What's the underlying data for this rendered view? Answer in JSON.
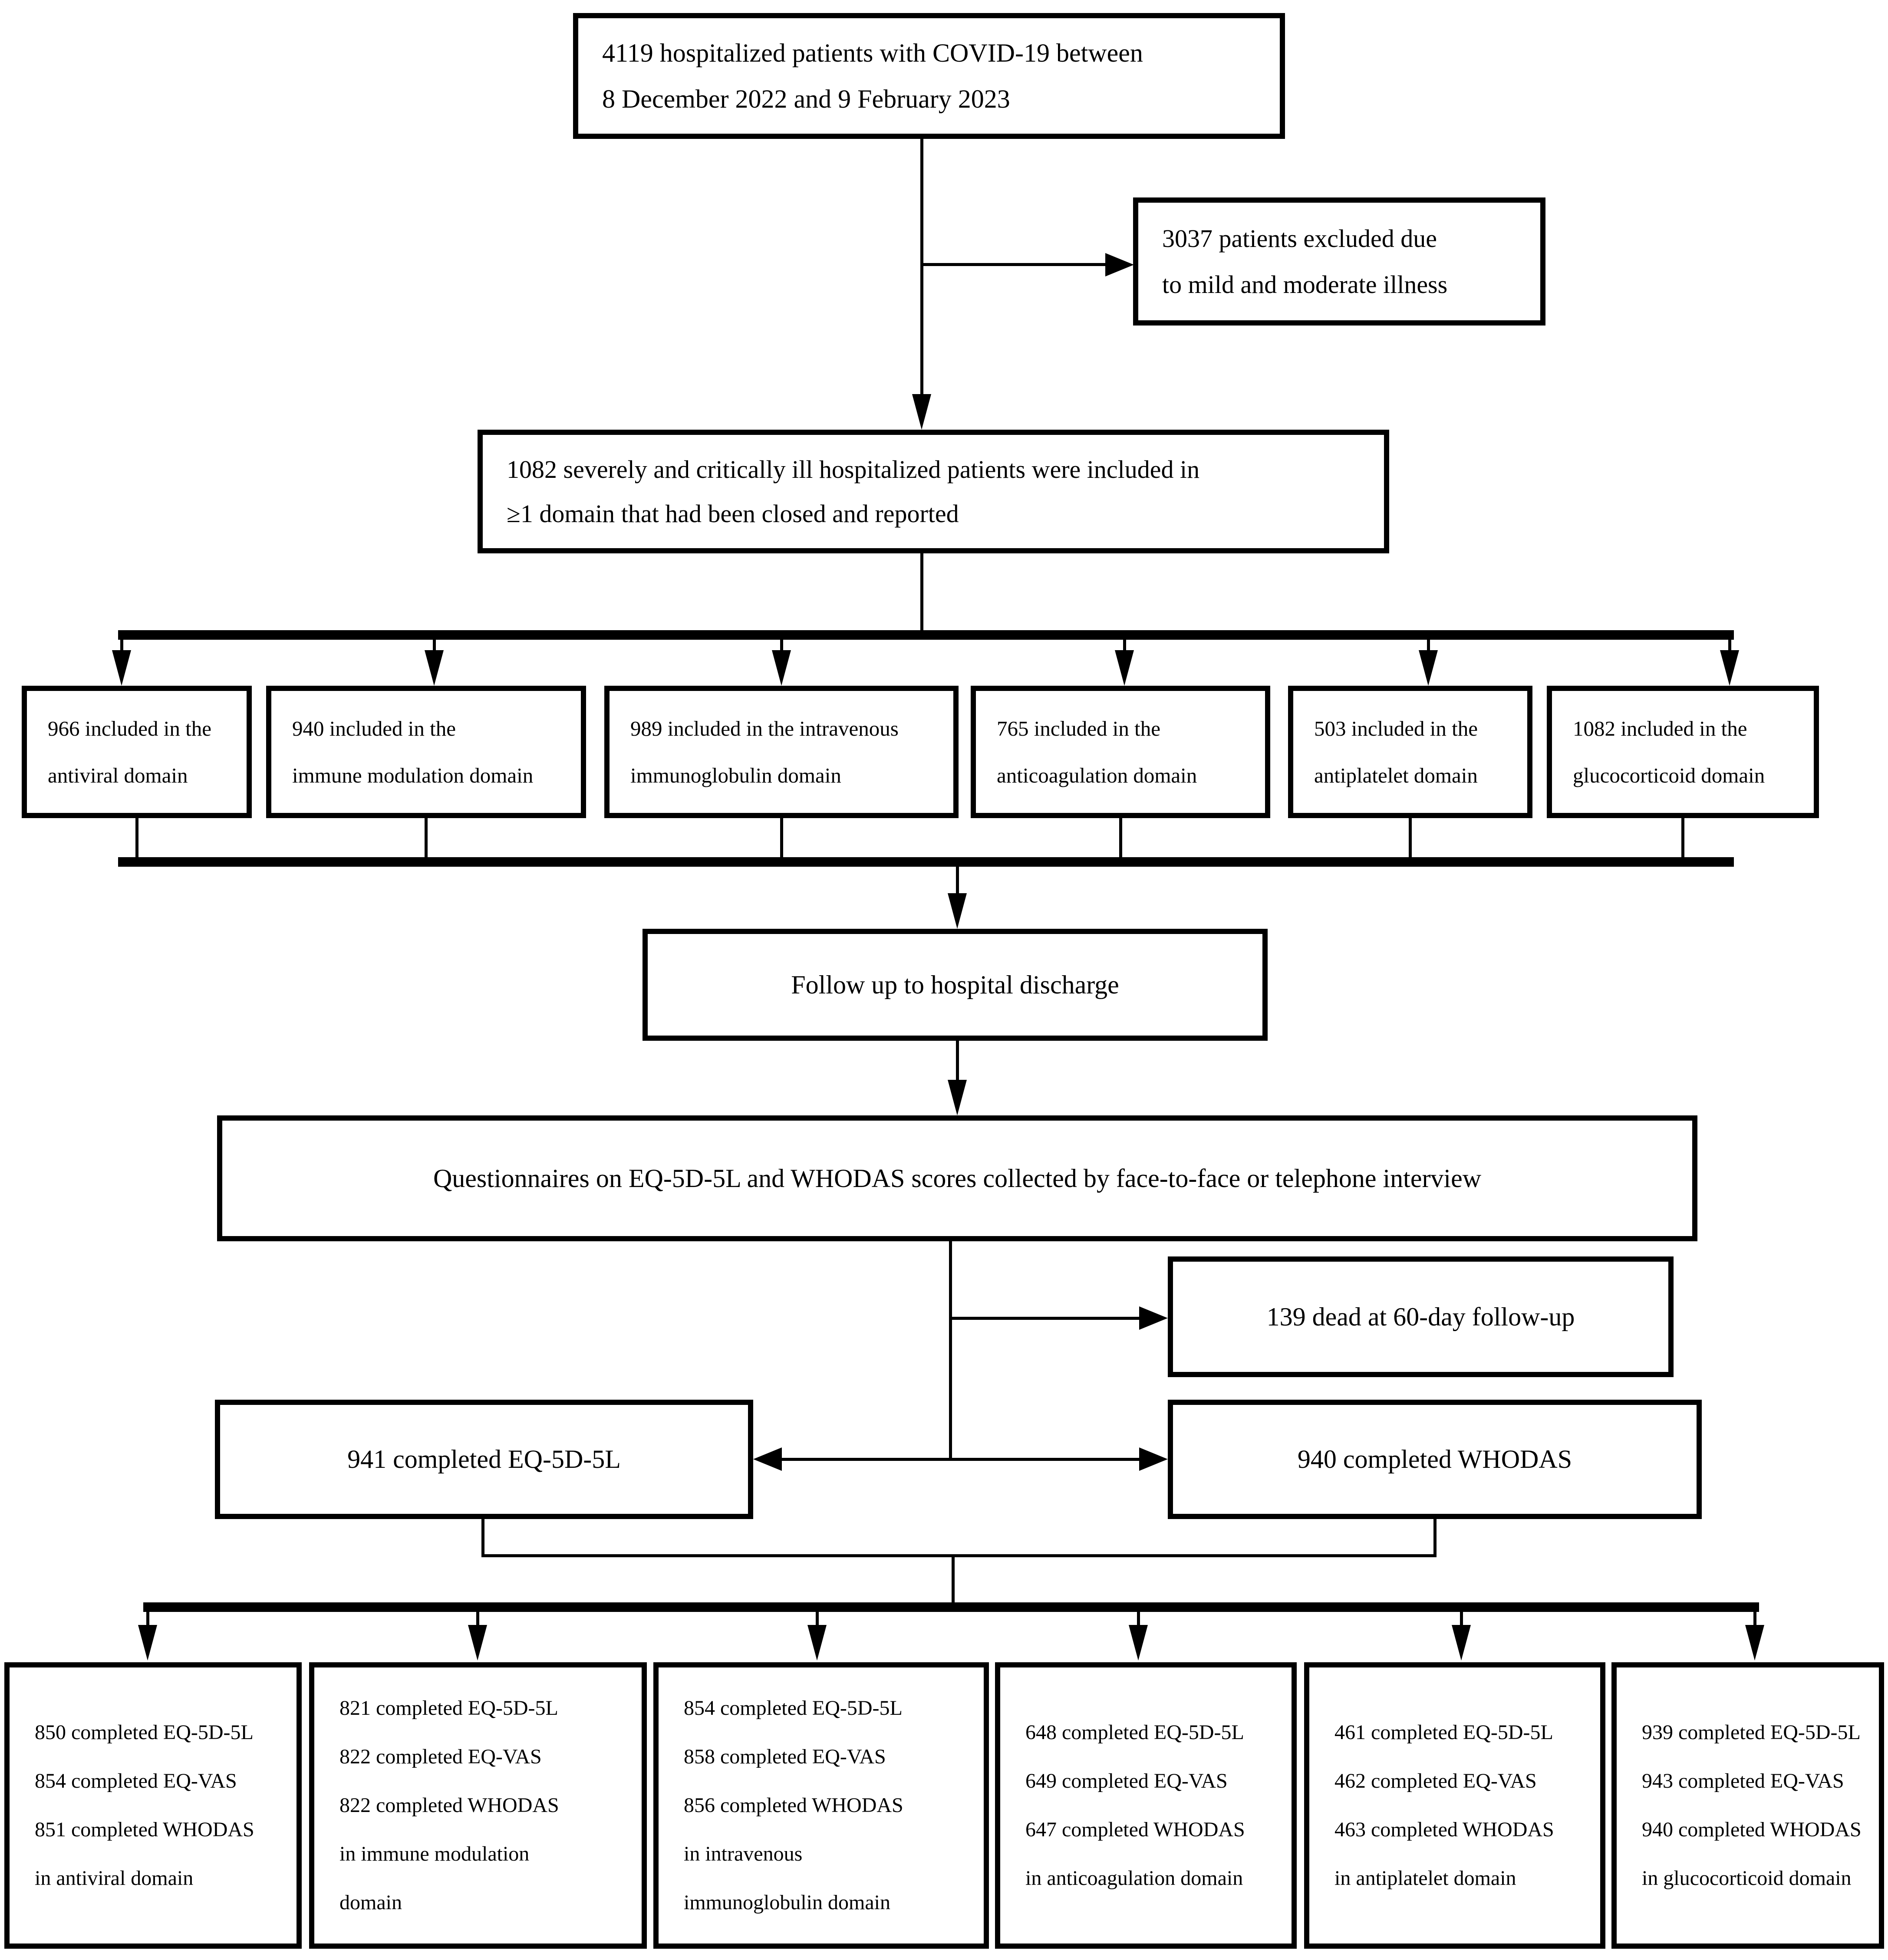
{
  "colors": {
    "line": "#000000",
    "box_border": "#000000",
    "background": "#ffffff"
  },
  "flow": {
    "enrolled_box": {
      "lines": [
        "4119 hospitalized patients with COVID-19 between",
        "8 December 2022 and 9 February 2023"
      ]
    },
    "excluded_box": {
      "lines": [
        "3037 patients excluded due",
        "to mild and moderate illness"
      ]
    },
    "included_box": {
      "lines": [
        "1082 severely and critically ill hospitalized patients were included in",
        "≥1 domain that had been closed and reported"
      ]
    },
    "domain_boxes": [
      {
        "lines": [
          "966 included in the",
          "antiviral domain"
        ]
      },
      {
        "lines": [
          "940 included in the",
          "immune modulation domain"
        ]
      },
      {
        "lines": [
          "989 included in the intravenous",
          "immunoglobulin domain"
        ]
      },
      {
        "lines": [
          "765 included in the",
          "anticoagulation domain"
        ]
      },
      {
        "lines": [
          "503 included in the",
          "antiplatelet domain"
        ]
      },
      {
        "lines": [
          "1082 included in the",
          "glucocorticoid domain"
        ]
      }
    ],
    "followup_box": {
      "text": "Follow up to hospital discharge"
    },
    "questionnaire_box": {
      "text": "Questionnaires on EQ-5D-5L and WHODAS scores collected by face-to-face or telephone interview"
    },
    "dead_box": {
      "text": "139 dead at 60-day follow-up"
    },
    "eq5d_box": {
      "text": "941 completed EQ-5D-5L"
    },
    "whodas_box": {
      "text": "940 completed WHODAS"
    },
    "outcome_boxes": [
      {
        "lines": [
          "850 completed EQ-5D-5L",
          "854 completed EQ-VAS",
          "851 completed WHODAS",
          "in antiviral domain"
        ]
      },
      {
        "lines": [
          "821 completed EQ-5D-5L",
          "822 completed EQ-VAS",
          "822 completed WHODAS",
          "in immune modulation",
          "domain"
        ]
      },
      {
        "lines": [
          "854 completed EQ-5D-5L",
          "858 completed EQ-VAS",
          "856 completed WHODAS",
          "in intravenous",
          "immunoglobulin domain"
        ]
      },
      {
        "lines": [
          "648 completed EQ-5D-5L",
          "649 completed EQ-VAS",
          "647 completed WHODAS",
          "in anticoagulation domain"
        ]
      },
      {
        "lines": [
          "461 completed EQ-5D-5L",
          "462 completed EQ-VAS",
          "463 completed WHODAS",
          "in antiplatelet domain"
        ]
      },
      {
        "lines": [
          "939 completed EQ-5D-5L",
          "943 completed EQ-VAS",
          "940 completed WHODAS",
          "in glucocorticoid domain"
        ]
      }
    ]
  }
}
